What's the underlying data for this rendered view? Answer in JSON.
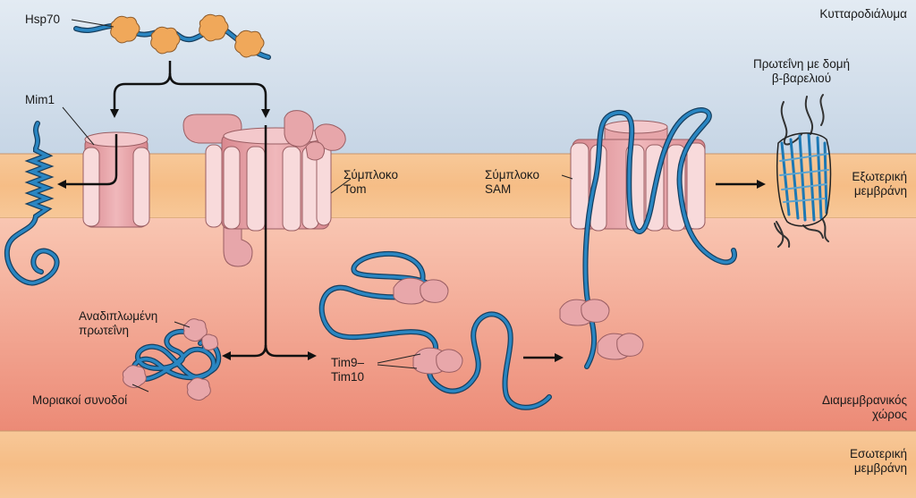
{
  "regions": {
    "cytosol": "Κυτταροδιάλυμα",
    "outer_membrane": [
      "Εξωτερική",
      "μεμβράνη"
    ],
    "intermembrane_space": [
      "Διαμεμβρανικός",
      "χώρος"
    ],
    "inner_membrane": [
      "Εσωτερική",
      "μεμβράνη"
    ]
  },
  "labels": {
    "hsp70": "Hsp70",
    "mim1": "Mim1",
    "tom_complex": [
      "Σύμπλοκο",
      "Tom"
    ],
    "sam_complex": [
      "Σύμπλοκο",
      "SAM"
    ],
    "beta_barrel_protein": [
      "Πρωτεΐνη με δομή",
      "β-βαρελιού"
    ],
    "unfolded_protein": [
      "Αναδιπλωμένη",
      "πρωτεΐνη"
    ],
    "chaperones": "Μοριακοί συνοδοί",
    "tim9_tim10": [
      "Tim9–",
      "Tim10"
    ]
  },
  "colors": {
    "cytosol_top": "#dfe8f1",
    "cytosol_bottom": "#c9d7e6",
    "membrane": "#f6c38f",
    "ims_top": "#f8c2ae",
    "ims_bottom": "#ee8c78",
    "protein_pink": "#e8a7aa",
    "protein_light": "#f6d4d5",
    "polypeptide": "#1d78b4",
    "hsp70": "#f0a85a"
  }
}
